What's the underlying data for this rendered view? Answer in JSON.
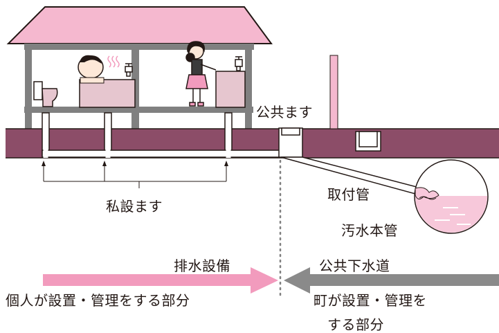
{
  "labels": {
    "public_basin": "公共ます",
    "connection_pipe": "取付管",
    "main_sewer": "汚水本管",
    "private_basin": "私設ます",
    "drainage_equipment": "排水設備",
    "individual_installs": "個人が設置・管理をする部分",
    "public_sewer": "公共下水道",
    "town_installs_line1": "町が設置・管理を",
    "town_installs_line2": "する部分"
  },
  "colors": {
    "roof": "#f5b8cf",
    "ground": "#8c4d68",
    "house_frame": "#808080",
    "fixture": "#e6c6cf",
    "private_arrow": "#f29bbd",
    "public_arrow": "#8a8a8a",
    "sewer_water": "#f7c8da",
    "line": "#231815"
  },
  "icons": {
    "man": "person-bathing-icon",
    "girl": "girl-washing-icon",
    "toilet": "toilet-icon",
    "faucet": "faucet-icon",
    "steam": "steam-icon"
  }
}
